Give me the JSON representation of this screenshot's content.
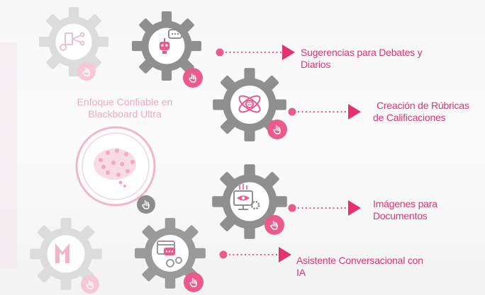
{
  "center_title": {
    "line1": "Enfoque Confiable en",
    "line2": "Blackboard Ultra"
  },
  "features": [
    {
      "line1": "Sugerencias para Debates y",
      "line2": "Diarios",
      "icon": "robot-chat-icon"
    },
    {
      "line1": "Creación de Rúbricas",
      "line2": "de Calificaciones",
      "icon": "atom-list-icon"
    },
    {
      "line1": "Imágenes para",
      "line2": "Documentos",
      "icon": "monitor-eye-gear-icon"
    },
    {
      "line1": "Asistente Conversacional con",
      "line2": "IA",
      "icon": "browser-chat-icon"
    }
  ],
  "faded_icons": [
    "data-network-icon",
    "brain-network-icon",
    "logo-m-icon"
  ],
  "colors": {
    "accent": "#e4326e",
    "accent_faint": "#f0a9c0",
    "gear": "#8f8f8f",
    "gear_faint": "#d9d9d9",
    "badge": "#e95b8a",
    "badge_faint": "#f6c7d7",
    "badge_dark": "#8c8c8c"
  }
}
